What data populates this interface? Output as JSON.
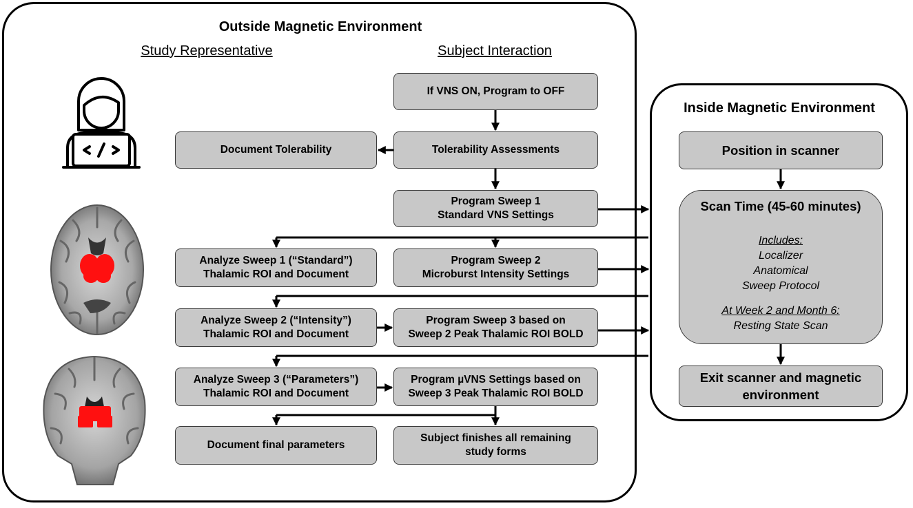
{
  "outside": {
    "title": "Outside Magnetic Environment",
    "col_left": "Study Representative",
    "col_right": "Subject Interaction"
  },
  "subject": {
    "vns_off": "If VNS ON, Program to OFF",
    "tolerability": "Tolerability Assessments",
    "sweep1": [
      "Program Sweep 1",
      "Standard VNS Settings"
    ],
    "sweep2": [
      "Program Sweep 2",
      "Microburst Intensity Settings"
    ],
    "sweep3": [
      "Program Sweep 3 based on",
      "Sweep 2 Peak Thalamic ROI BOLD"
    ],
    "uvns": [
      "Program µVNS Settings based on",
      "Sweep 3 Peak Thalamic ROI BOLD"
    ],
    "finish": [
      "Subject finishes all remaining",
      "study forms"
    ]
  },
  "rep": {
    "doc_tol": "Document Tolerability",
    "analyze1": [
      "Analyze Sweep 1 (“Standard”)",
      "Thalamic ROI and Document"
    ],
    "analyze2": [
      "Analyze Sweep 2 (“Intensity”)",
      "Thalamic ROI and Document"
    ],
    "analyze3": [
      "Analyze Sweep 3 (“Parameters”)",
      "Thalamic ROI and Document"
    ],
    "final": "Document final parameters"
  },
  "inside": {
    "title": "Inside Magnetic Environment",
    "position": "Position in scanner",
    "scan_time": "Scan Time (45-60 minutes)",
    "includes_head": "Includes:",
    "includes": [
      "Localizer",
      "Anatomical",
      "Sweep Protocol"
    ],
    "week_head": "At Week 2 and Month 6:",
    "week_item": "Resting State Scan",
    "exit": [
      "Exit scanner and magnetic",
      "environment"
    ]
  },
  "colors": {
    "box_fill": "#c8c8c8",
    "roi": "#ff1010"
  },
  "icons": [
    "laptop-user-icon",
    "axial-brain-image",
    "coronal-brain-image"
  ]
}
